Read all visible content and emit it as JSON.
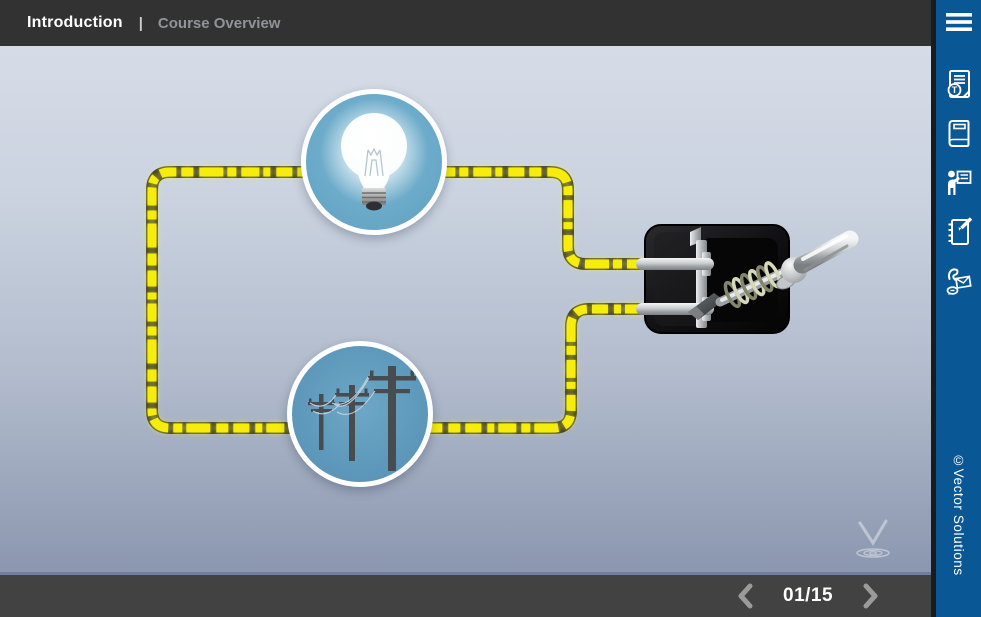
{
  "header": {
    "title": "Introduction",
    "divider": "|",
    "subtitle": "Course Overview"
  },
  "pagination": {
    "display": "01/15",
    "current": "01",
    "total": "15"
  },
  "sidebar": {
    "copyright": "©Vector Solutions",
    "icons": [
      {
        "name": "menu-icon"
      },
      {
        "name": "transcript-icon",
        "badge_letter": "T"
      },
      {
        "name": "book-icon"
      },
      {
        "name": "trainer-icon"
      },
      {
        "name": "notes-icon"
      },
      {
        "name": "contact-icon"
      }
    ]
  },
  "stage": {
    "scene": "Electric circuit: glowing light bulb and utility power poles joined by yellow hazard-striped wire to an open knife switch",
    "watermark_glyph": "V"
  },
  "colors": {
    "header_bg": "#323232",
    "bottombar_bg": "#424242",
    "sidebar_blue": "#0a5795",
    "wire_yellow": "#f6ed0e",
    "wire_dark": "#3c3c22",
    "bulb_circle": "#6fadcb",
    "power_circle": "#5f9abc"
  }
}
